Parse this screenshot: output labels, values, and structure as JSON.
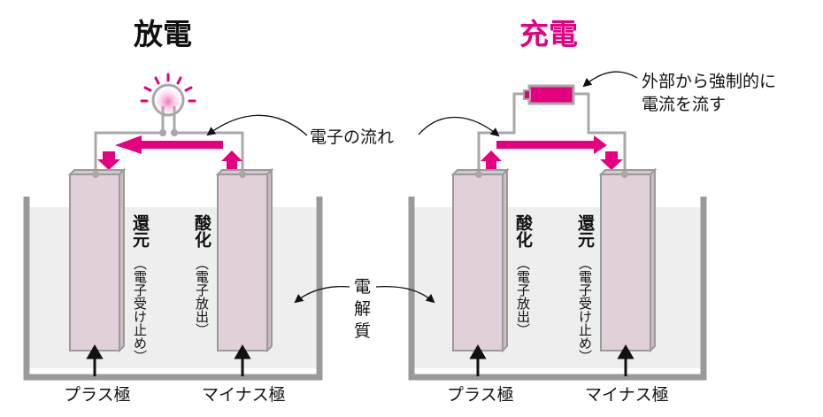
{
  "colors": {
    "accent": "#e4007f",
    "wire": "#a8a8a8",
    "electrode": "#e1d0d9",
    "electrolyte": "#eeeeee",
    "container": "#9a9a9a"
  },
  "discharge": {
    "title": "放電",
    "title_color": "#111111",
    "left_electrode": {
      "label": "プラス極",
      "reaction": "還元",
      "detail": "（電子受け止め）"
    },
    "right_electrode": {
      "label": "マイナス極",
      "reaction": "酸化",
      "detail": "（電子放出）"
    },
    "device": "light-bulb"
  },
  "charge": {
    "title": "充電",
    "title_color": "#e4007f",
    "left_electrode": {
      "label": "プラス極",
      "reaction": "酸化",
      "detail": "（電子放出）"
    },
    "right_electrode": {
      "label": "マイナス極",
      "reaction": "還元",
      "detail": "（電子受け止め）"
    },
    "device": "battery",
    "device_note_line1": "外部から強制的に",
    "device_note_line2": "電流を流す"
  },
  "shared": {
    "electron_flow": "電子の流れ",
    "electrolyte": [
      "電",
      "解",
      "質"
    ]
  }
}
